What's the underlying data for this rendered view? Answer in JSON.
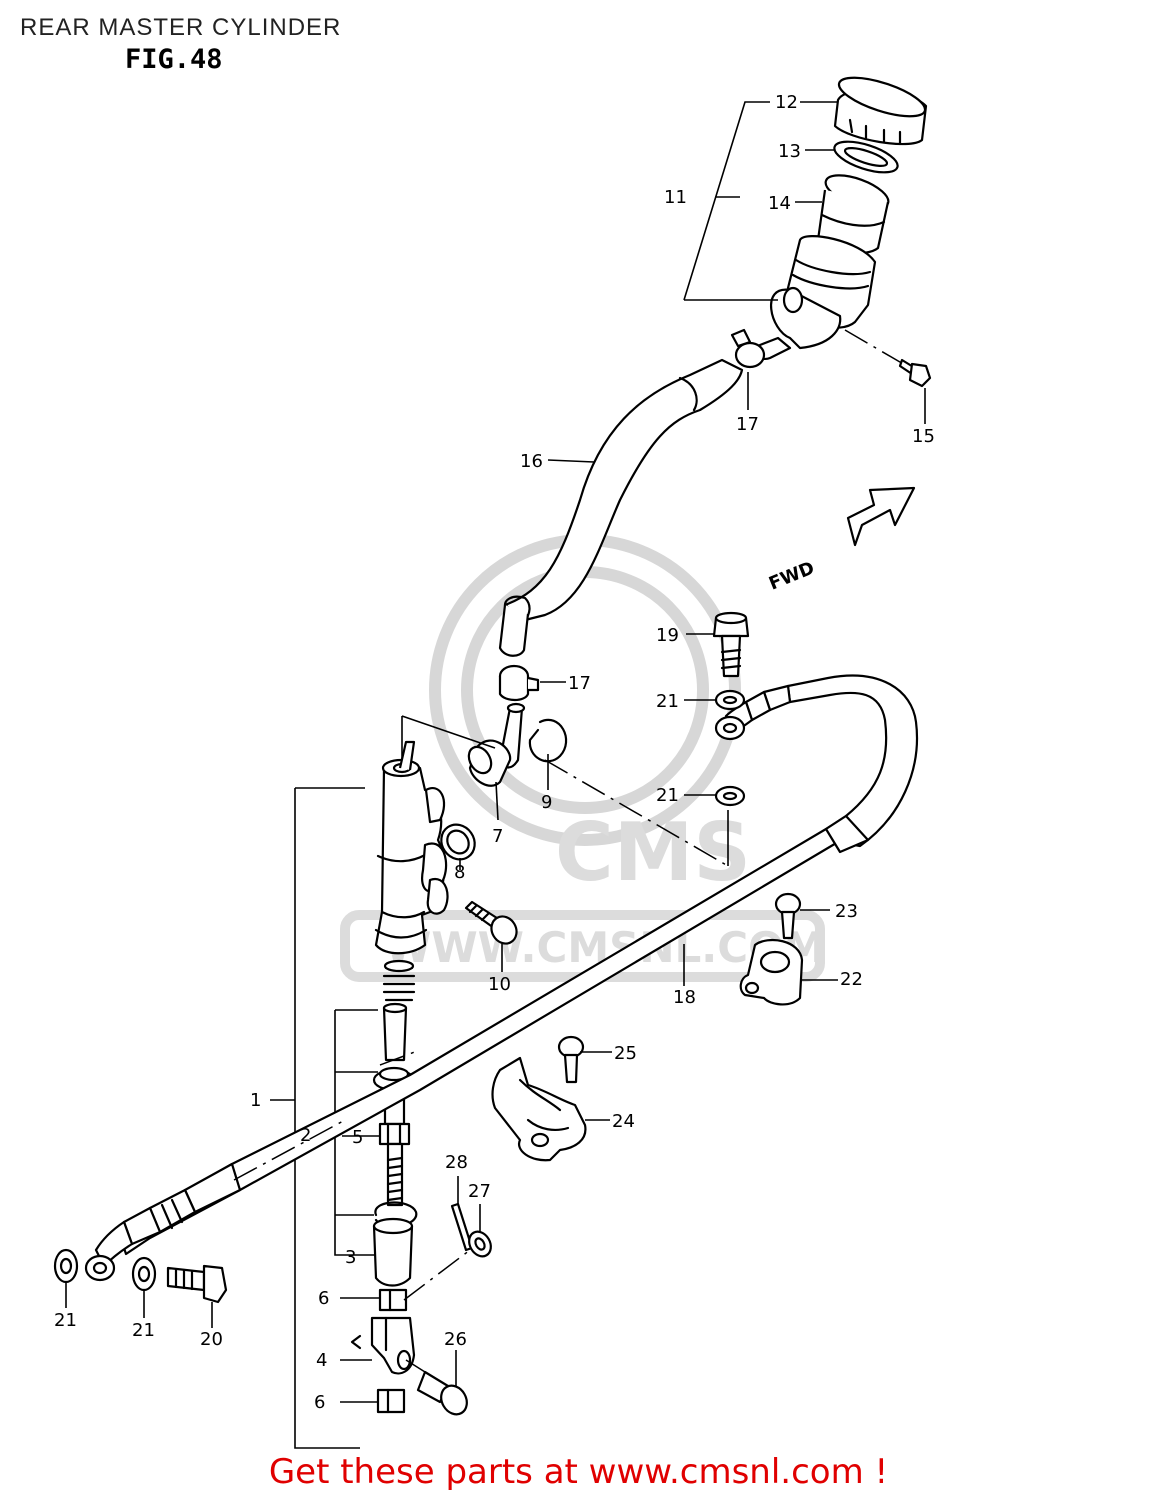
{
  "header": {
    "title": "REAR MASTER CYLINDER",
    "figure": "FIG.48"
  },
  "direction_label": "FWD",
  "watermark": {
    "brand": "CMS",
    "url": "WWW.CMSNL.COM"
  },
  "footer": {
    "text": "Get these parts at www.cmsnl.com !",
    "color": "#e00000"
  },
  "callouts": {
    "c1": "1",
    "c2": "2",
    "c3": "3",
    "c4": "4",
    "c5": "5",
    "c6a": "6",
    "c6b": "6",
    "c7": "7",
    "c8": "8",
    "c9": "9",
    "c10": "10",
    "c11": "11",
    "c12": "12",
    "c13": "13",
    "c14": "14",
    "c15": "15",
    "c16": "16",
    "c17a": "17",
    "c17b": "17",
    "c18": "18",
    "c19": "19",
    "c20": "20",
    "c21a": "21",
    "c21b": "21",
    "c21c": "21",
    "c21d": "21",
    "c22": "22",
    "c23": "23",
    "c24": "24",
    "c25": "25",
    "c26": "26",
    "c27": "27",
    "c28": "28"
  }
}
